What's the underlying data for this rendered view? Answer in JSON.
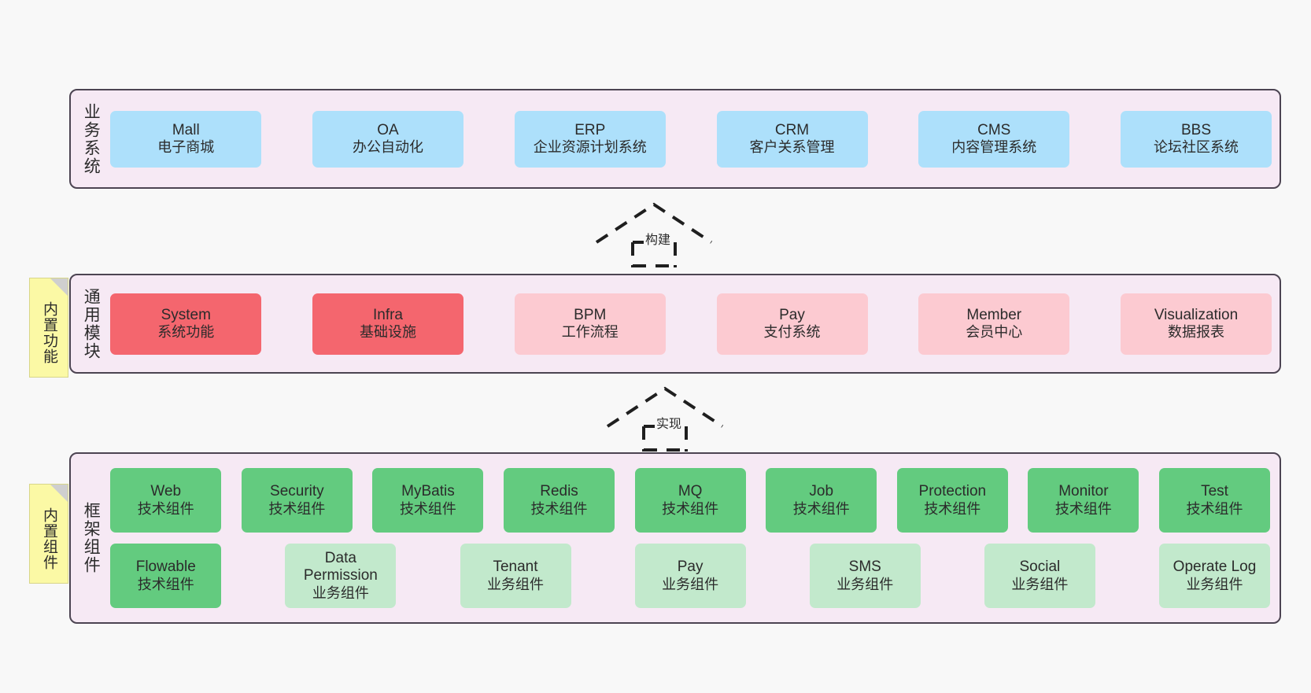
{
  "diagram": {
    "title": "",
    "colors": {
      "container_bg": "#f6e9f4",
      "container_border": "#4c4452",
      "business_card": "#ade0fb",
      "module_active": "#f4666e",
      "module_inactive": "#fccad1",
      "tech_component": "#63cb7f",
      "biz_component": "#c2e9cc",
      "note_bg": "#fbf9a5",
      "page_bg": "#f8f8f8"
    }
  },
  "layers": {
    "business": {
      "label": "业务系统",
      "cards": [
        {
          "en": "Mall",
          "cn": "电子商城"
        },
        {
          "en": "OA",
          "cn": "办公自动化"
        },
        {
          "en": "ERP",
          "cn": "企业资源计划系统"
        },
        {
          "en": "CRM",
          "cn": "客户关系管理"
        },
        {
          "en": "CMS",
          "cn": "内容管理系统"
        },
        {
          "en": "BBS",
          "cn": "论坛社区系统"
        }
      ]
    },
    "common": {
      "label": "通用模块",
      "cards": [
        {
          "en": "System",
          "cn": "系统功能"
        },
        {
          "en": "Infra",
          "cn": "基础设施"
        },
        {
          "en": "BPM",
          "cn": "工作流程"
        },
        {
          "en": "Pay",
          "cn": "支付系统"
        },
        {
          "en": "Member",
          "cn": "会员中心"
        },
        {
          "en": "Visualization",
          "cn": "数据报表"
        }
      ]
    },
    "framework": {
      "label": "框架组件",
      "cards": [
        {
          "en": "Web",
          "cn": "技术组件"
        },
        {
          "en": "Security",
          "cn": "技术组件"
        },
        {
          "en": "MyBatis",
          "cn": "技术组件"
        },
        {
          "en": "Redis",
          "cn": "技术组件"
        },
        {
          "en": "MQ",
          "cn": "技术组件"
        },
        {
          "en": "Job",
          "cn": "技术组件"
        },
        {
          "en": "Protection",
          "cn": "技术组件"
        },
        {
          "en": "Monitor",
          "cn": "技术组件"
        },
        {
          "en": "Test",
          "cn": "技术组件"
        },
        {
          "en": "Flowable",
          "cn": "技术组件"
        },
        {
          "en": "Data Permission",
          "cn": "业务组件"
        },
        {
          "en": "Tenant",
          "cn": "业务组件"
        },
        {
          "en": "Pay",
          "cn": "业务组件"
        },
        {
          "en": "SMS",
          "cn": "业务组件"
        },
        {
          "en": "Social",
          "cn": "业务组件"
        },
        {
          "en": "Operate Log",
          "cn": "业务组件"
        }
      ]
    }
  },
  "notes": [
    {
      "text": "内置功能"
    },
    {
      "text": "内置组件"
    }
  ],
  "connectors": [
    {
      "label": "构建",
      "style": "dashed-generalization-up"
    },
    {
      "label": "实现",
      "style": "dashed-generalization-up"
    }
  ]
}
